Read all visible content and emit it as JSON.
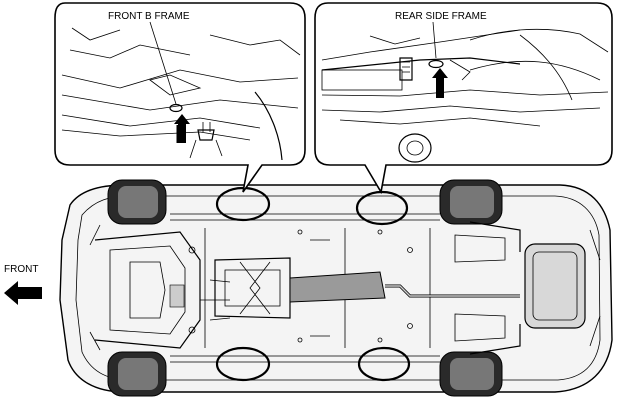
{
  "diagram": {
    "callout_left_label": "FRONT B FRAME",
    "callout_right_label": "REAR SIDE FRAME",
    "direction_label": "FRONT"
  }
}
